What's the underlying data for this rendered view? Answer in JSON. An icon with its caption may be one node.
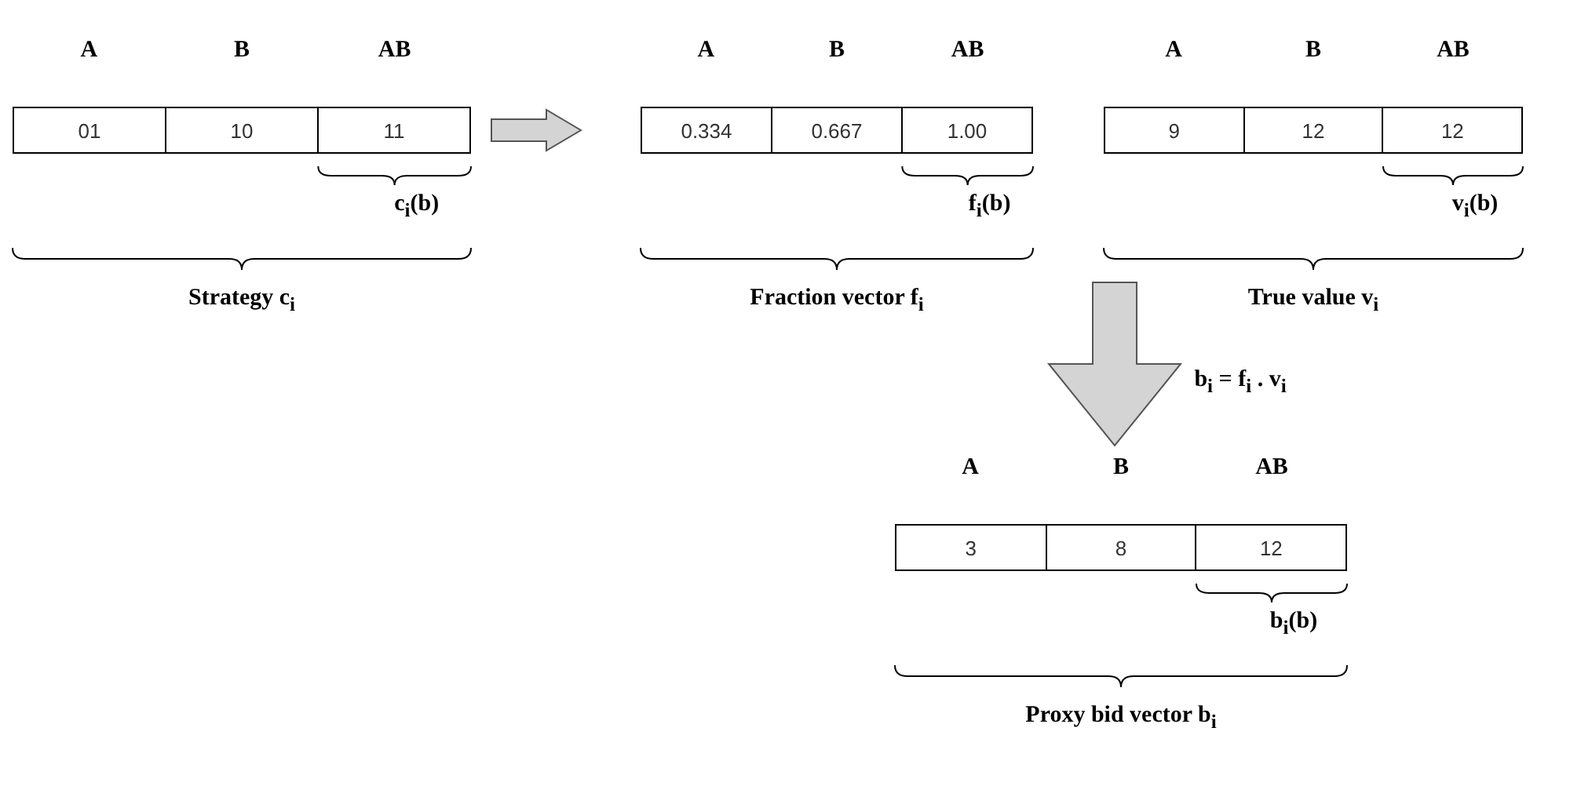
{
  "diagram": {
    "nodes": [
      {
        "text": [
          "01",
          "10",
          "11"
        ],
        "beside": [
          "A",
          "B",
          "AB",
          "c$_{i}$(b)"
        ]
      },
      {
        "text": [
          "0.334",
          "0.667",
          "1.00"
        ],
        "beside": [
          "A",
          "B",
          "AB",
          "f$_{i}$(b)"
        ]
      },
      {
        "text": [
          "9",
          "12",
          "12"
        ],
        "beside": [
          "A",
          "B",
          "AB",
          "v$_{i}$(b)"
        ]
      },
      {
        "text": [
          "3",
          "8",
          "12"
        ],
        "beside": [
          "A",
          "B",
          "AB",
          "b$_{i}$(b)"
        ]
      }
    ],
    "edges": [
      {
        "from": 0,
        "to": 1,
        "arrow": "to"
      },
      {
        "from": 1,
        "to": 3,
        "arrow": "to",
        "label": "b$_{i}$ = f$_{i}$ . v$_{i}$"
      }
    ],
    "labels": [
      "Strategy c$_{i}$",
      "Fraction vector f$_{i}$",
      "True value v$_{i}$",
      "Proxy bid vector b$_{i}$"
    ]
  }
}
